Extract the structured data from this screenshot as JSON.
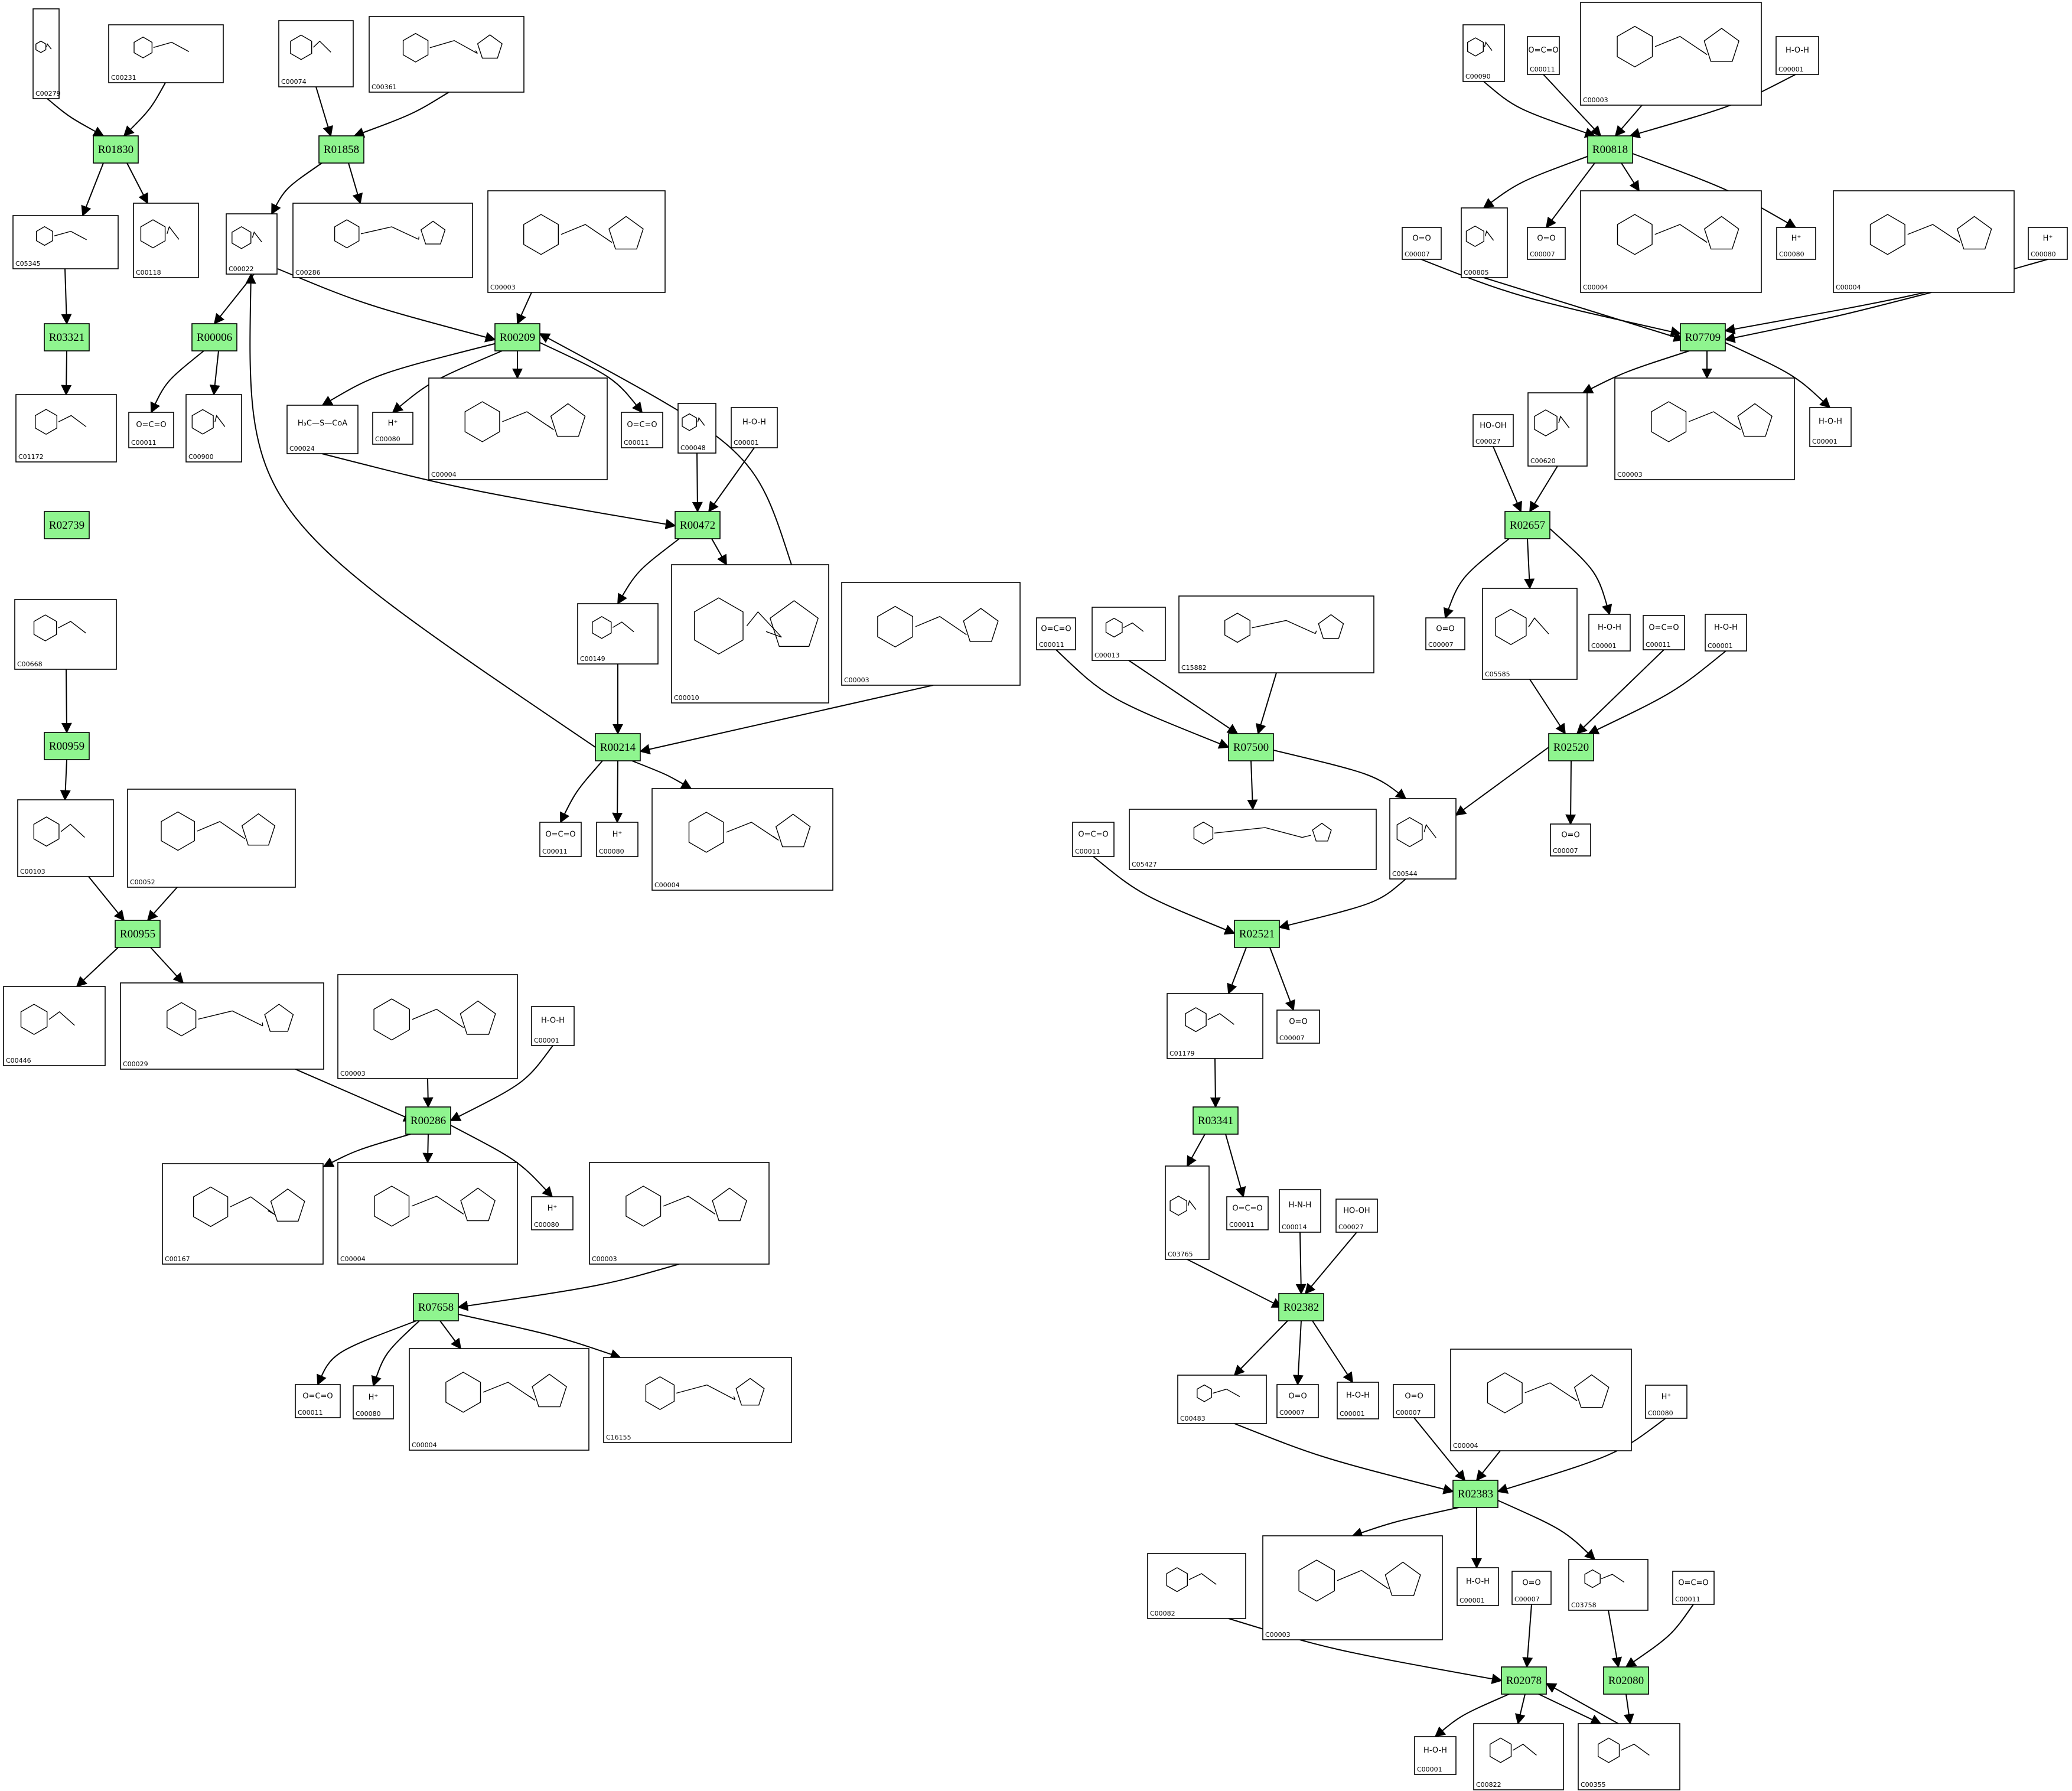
{
  "reactions": [
    "R01830",
    "R01858",
    "R00818",
    "R03321",
    "R00006",
    "R00209",
    "R07709",
    "R02739",
    "R00472",
    "R02657",
    "R00214",
    "R07500",
    "R02520",
    "R00959",
    "R00955",
    "R02521",
    "R03341",
    "R00286",
    "R02382",
    "R07658",
    "R02383",
    "R02078",
    "R02080"
  ],
  "compounds": [
    "C00279",
    "C00231",
    "C00074",
    "C00361",
    "C00090",
    "C00011",
    "C00003",
    "C00001",
    "C05345",
    "C00118",
    "C00022",
    "C00286",
    "C00805",
    "C00007",
    "C00004",
    "C00080",
    "C01172",
    "C00900",
    "C00024",
    "C00048",
    "C00027",
    "C00620",
    "C00668",
    "C00149",
    "C00010",
    "C00013",
    "C15882",
    "C05585",
    "C00103",
    "C00052",
    "C05427",
    "C00544",
    "C00446",
    "C00029",
    "C01179",
    "C00167",
    "C03765",
    "C00014",
    "C16155",
    "C00483",
    "C00082",
    "C03758",
    "C00822",
    "C00355"
  ],
  "formula_labels": {
    "C00011": "O=C=O",
    "C00001": "H-O-H",
    "C00080": "H⁺",
    "C00007": "O=O",
    "C00027": "HO-OH",
    "C00014": "H-N-H",
    "C00024": "H₃C—S—CoA"
  }
}
